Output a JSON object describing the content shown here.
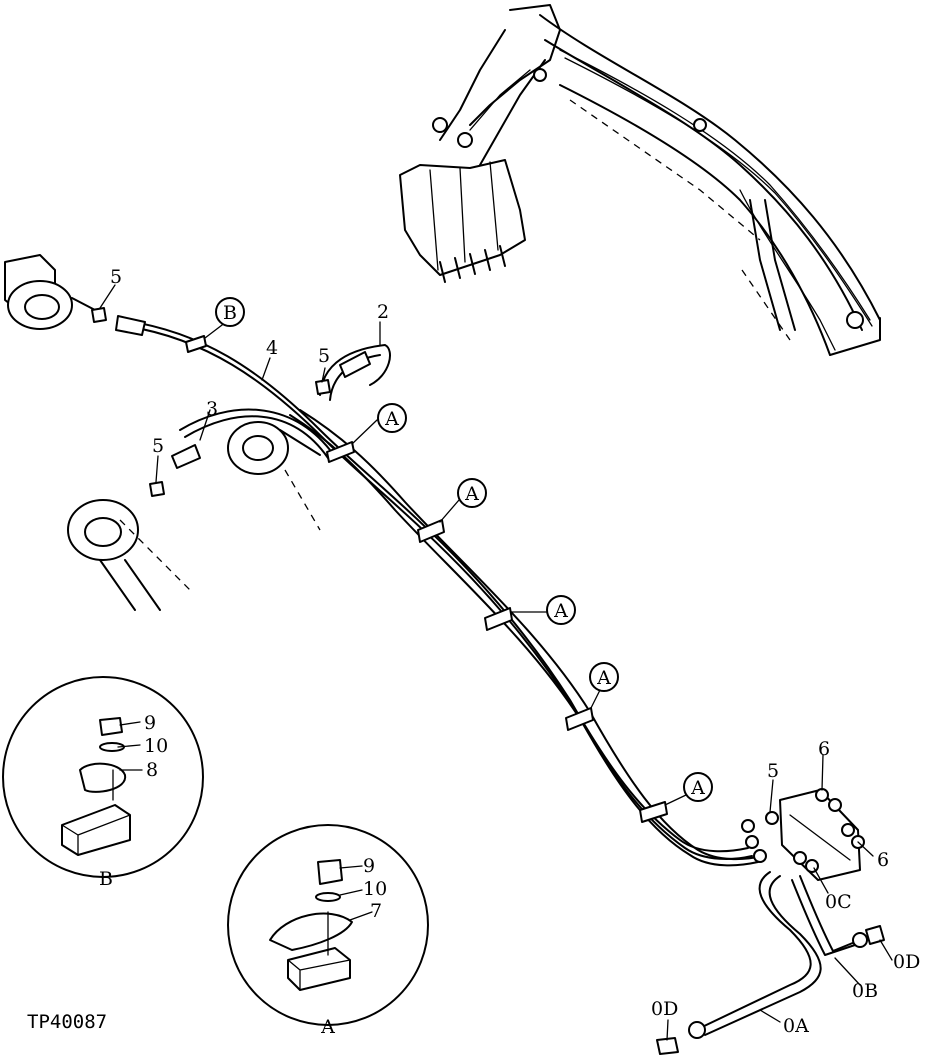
{
  "figure_code": "TP40087",
  "callouts": {
    "a": "A",
    "b": "B"
  },
  "part_numbers": {
    "p2": "2",
    "p3": "3",
    "p4": "4",
    "p5": "5",
    "p6": "6",
    "p7": "7",
    "p8": "8",
    "p9": "9",
    "p10": "10"
  },
  "port_labels": {
    "oa": "0A",
    "ob": "0B",
    "oc": "0C",
    "od": "0D"
  },
  "detail_views": {
    "a": "A",
    "b": "B"
  }
}
